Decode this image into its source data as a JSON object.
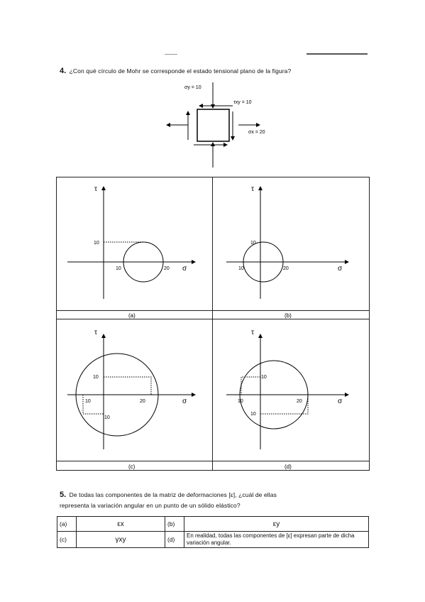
{
  "q4": {
    "number": "4.",
    "text": "¿Con qué círculo de Mohr se corresponde el estado tensional plano de la figura?",
    "stress": {
      "sigma_y_label": "σy = 10",
      "tau_xy_label": "τxy = 10",
      "sigma_x_label": "σx = 20"
    },
    "option_labels": [
      "(a)",
      "(b)",
      "(c)",
      "(d)"
    ],
    "axis_sigma": "σ",
    "axis_tau": "τ",
    "ticks": {
      "t10": "10",
      "t20": "20"
    }
  },
  "q5": {
    "number": "5.",
    "text_line1": "De todas las componentes de la matriz de deformaciones [ε], ¿cuál de ellas",
    "text_line2": "representa la variación angular en un punto de un sólido elástico?",
    "options": {
      "a_label": "(a)",
      "a_value": "εx",
      "b_label": "(b)",
      "b_value": "εy",
      "c_label": "(c)",
      "c_value": "γxy",
      "d_label": "(d)",
      "d_value": "En realidad, todas las componentes de [ε] expresan parte de dicha variación angular."
    }
  }
}
